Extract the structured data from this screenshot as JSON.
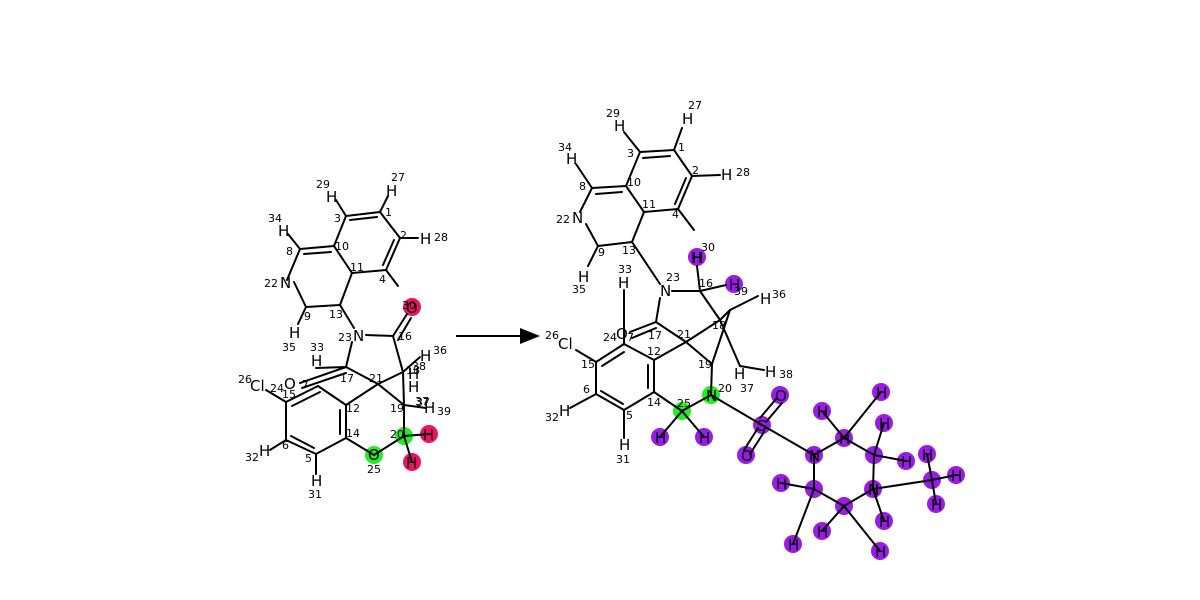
{
  "colors": {
    "bond": "#000000",
    "highlight_green": "#22ee22",
    "highlight_pink": "#ee1166",
    "highlight_purple": "#9a1be6"
  },
  "reaction": {
    "arrow": "reaction-arrow-icon",
    "reactant": {
      "atoms": [
        {
          "label": "H",
          "idx": "27"
        },
        {
          "label": "H",
          "idx": "29"
        },
        {
          "label": "H",
          "idx": "34"
        },
        {
          "label": "H",
          "idx": "28"
        },
        {
          "label": "N",
          "idx": "22"
        },
        {
          "label": "H",
          "idx": "35"
        },
        {
          "label": "N",
          "idx": "23"
        },
        {
          "label": "O",
          "idx": ""
        },
        {
          "label": "H",
          "idx": "33"
        },
        {
          "label": "H",
          "idx": "36"
        },
        {
          "label": "Cl",
          "idx": "26"
        },
        {
          "label": "O",
          "idx": ""
        },
        {
          "label": "H",
          "idx": "38"
        },
        {
          "label": "H",
          "idx": "37"
        },
        {
          "label": "H",
          "idx": "39"
        },
        {
          "label": "H",
          "idx": "32"
        },
        {
          "label": "O",
          "idx": "25"
        },
        {
          "label": "H",
          "idx": ""
        },
        {
          "label": "H",
          "idx": ""
        },
        {
          "label": "H",
          "idx": "31"
        }
      ],
      "numbers": [
        "3",
        "1",
        "10",
        "2",
        "8",
        "11",
        "4",
        "13",
        "9",
        "16",
        "17",
        "21",
        "18",
        "15",
        "24",
        "12",
        "37",
        "19",
        "14",
        "6",
        "5",
        "20",
        "7",
        "30"
      ]
    },
    "product": {
      "atoms": [
        {
          "label": "H",
          "idx": "27"
        },
        {
          "label": "H",
          "idx": "29"
        },
        {
          "label": "H",
          "idx": "34"
        },
        {
          "label": "H",
          "idx": "28"
        },
        {
          "label": "N",
          "idx": "22"
        },
        {
          "label": "H",
          "idx": "35"
        },
        {
          "label": "H",
          "idx": "33"
        },
        {
          "label": "N",
          "idx": "23"
        },
        {
          "label": "H",
          "idx": "30"
        },
        {
          "label": "H",
          "idx": "36"
        },
        {
          "label": "Cl",
          "idx": "26"
        },
        {
          "label": "O",
          "idx": ""
        },
        {
          "label": "H",
          "idx": "38"
        },
        {
          "label": "H",
          "idx": "37"
        },
        {
          "label": "N",
          "idx": "20"
        },
        {
          "label": "H",
          "idx": "32"
        },
        {
          "label": "H",
          "idx": "31"
        },
        {
          "label": "O",
          "idx": ""
        },
        {
          "label": "S",
          "idx": ""
        },
        {
          "label": "O",
          "idx": ""
        },
        {
          "label": "N",
          "idx": ""
        },
        {
          "label": "N",
          "idx": ""
        }
      ],
      "numbers": [
        "3",
        "1",
        "2",
        "8",
        "10",
        "11",
        "4",
        "13",
        "9",
        "16",
        "17",
        "21",
        "18",
        "15",
        "24",
        "12",
        "19",
        "14",
        "6",
        "5",
        "25",
        "7",
        "39"
      ],
      "purple_h_count": 17
    }
  }
}
